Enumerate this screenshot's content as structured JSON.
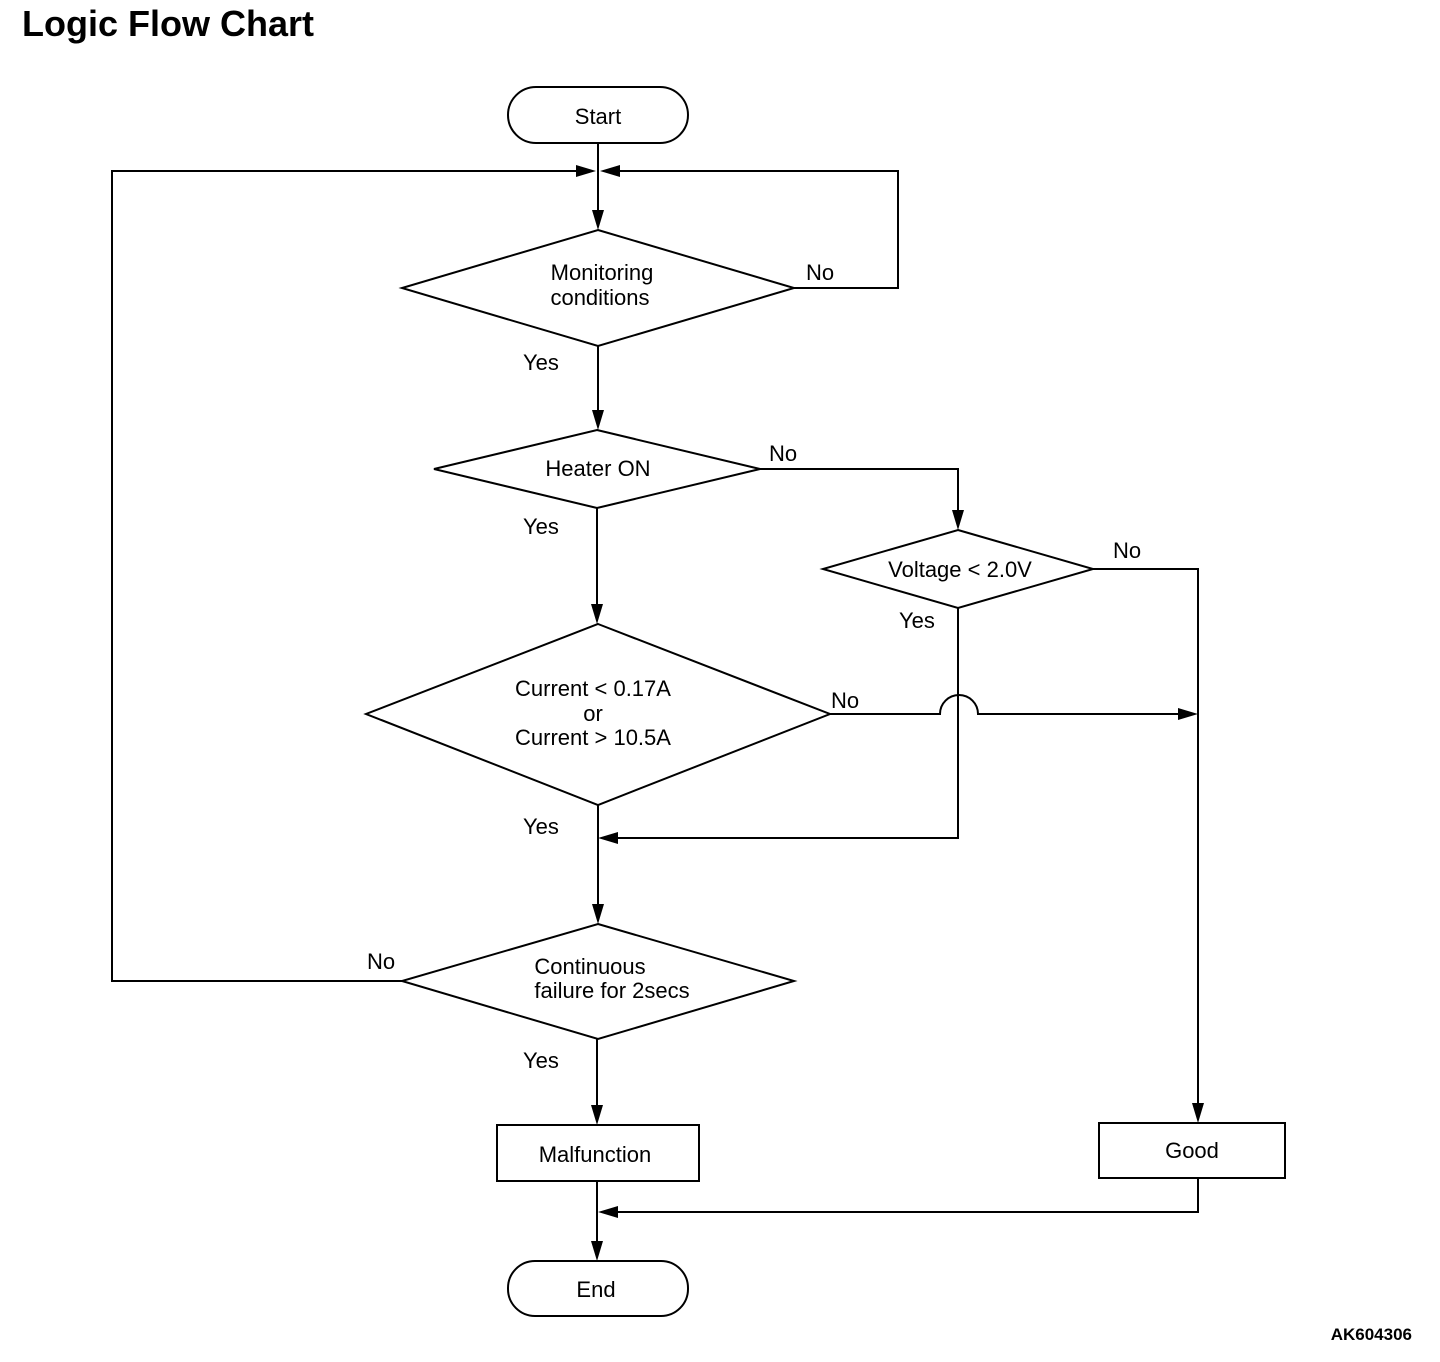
{
  "title": "Logic Flow Chart",
  "figure_id": "AK604306",
  "nodes": {
    "start": "Start",
    "monitoring": [
      "Monitoring",
      "conditions"
    ],
    "heater": "Heater ON",
    "voltage": "Voltage < 2.0V",
    "current": [
      "Current < 0.17A",
      "or",
      "Current > 10.5A"
    ],
    "continuous": [
      "Continuous",
      "failure for 2secs"
    ],
    "malfunction": "Malfunction",
    "good": "Good",
    "end": "End"
  },
  "labels": {
    "monitoring_no": "No",
    "monitoring_yes": "Yes",
    "heater_no": "No",
    "heater_yes": "Yes",
    "voltage_no": "No",
    "voltage_yes": "Yes",
    "current_no": "No",
    "current_yes": "Yes",
    "continuous_no": "No",
    "continuous_yes": "Yes"
  }
}
